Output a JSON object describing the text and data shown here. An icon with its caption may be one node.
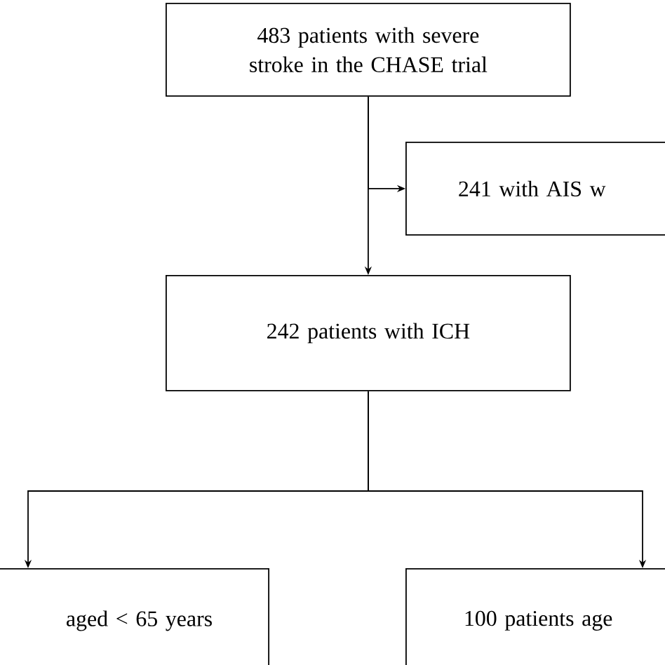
{
  "diagram": {
    "nodes": [
      {
        "text": [
          "483 patients with severe stroke in the CHASE trial"
        ]
      },
      {
        "text": [
          "241 with AIS w"
        ]
      },
      {
        "text": [
          "242 patients with ICH"
        ]
      },
      {
        "text": [
          "aged < 65 years"
        ]
      },
      {
        "text": [
          "100 patients age"
        ]
      }
    ],
    "edges": [
      {
        "from": 0,
        "to": 1,
        "arrow": "to"
      },
      {
        "from": 0,
        "to": 2,
        "arrow": "to"
      },
      {
        "from": 2,
        "to": 3,
        "arrow": "to"
      },
      {
        "from": 2,
        "to": 4,
        "arrow": "to"
      }
    ]
  }
}
